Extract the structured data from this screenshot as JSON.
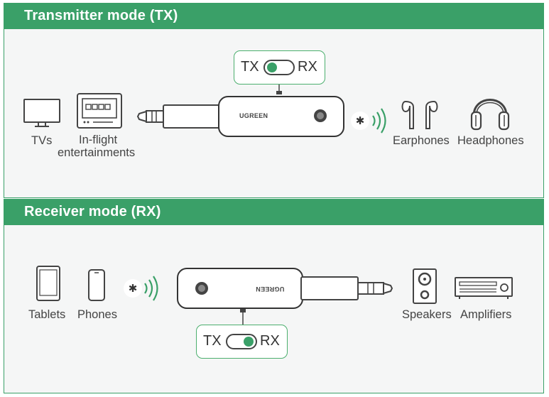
{
  "tx_panel": {
    "title": "Transmitter mode (TX)",
    "switch": {
      "left_label": "TX",
      "right_label": "RX",
      "position": "TX"
    },
    "device_brand": "UGREEN",
    "sources": [
      {
        "label": "TVs",
        "icon": "tv-icon"
      },
      {
        "label_line1": "In-flight",
        "label_line2": "entertainments",
        "icon": "in-flight-entertainment-icon"
      }
    ],
    "outputs": [
      {
        "label": "Earphones",
        "icon": "earphones-icon"
      },
      {
        "label": "Headphones",
        "icon": "headphones-icon"
      }
    ]
  },
  "rx_panel": {
    "title": "Receiver mode (RX)",
    "switch": {
      "left_label": "TX",
      "right_label": "RX",
      "position": "RX"
    },
    "device_brand": "UGREEN",
    "sources": [
      {
        "label": "Tablets",
        "icon": "tablet-icon"
      },
      {
        "label": "Phones",
        "icon": "phone-icon"
      }
    ],
    "outputs": [
      {
        "label": "Speakers",
        "icon": "speaker-icon"
      },
      {
        "label": "Amplifiers",
        "icon": "amplifier-icon"
      }
    ]
  },
  "colors": {
    "accent": "#3aa068",
    "background": "#f5f6f6",
    "text": "#444444"
  }
}
